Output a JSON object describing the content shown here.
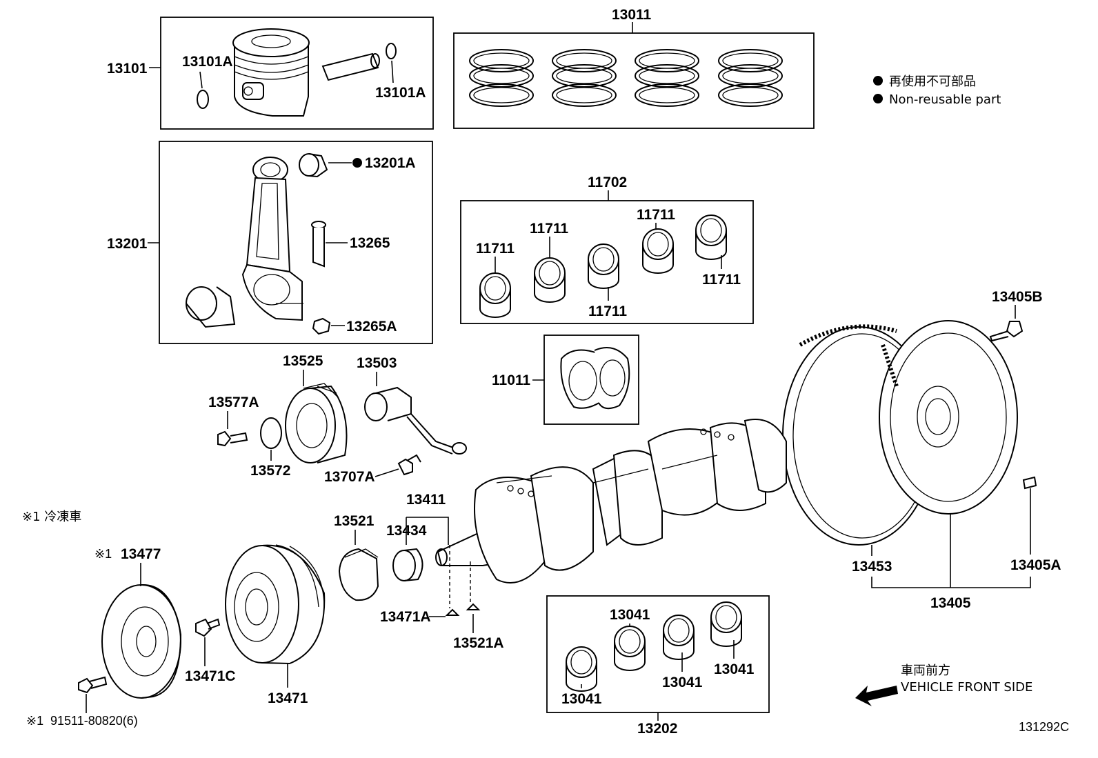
{
  "legend": {
    "jp": "再使用不可部品",
    "en": "Non-reusable part"
  },
  "notes": {
    "refrigerated": "※1  冷凍車",
    "mark": "※1"
  },
  "direction": {
    "jp": "車両前方",
    "en": "VEHICLE FRONT SIDE"
  },
  "figure_id": "131292C",
  "parts": {
    "p13101": "13101",
    "p13101A_l": "13101A",
    "p13101A_r": "13101A",
    "p13011": "13011",
    "p13201": "13201",
    "p13201A": "13201A",
    "p13265": "13265",
    "p13265A": "13265A",
    "p11702": "11702",
    "p11711_a": "11711",
    "p11711_b": "11711",
    "p11711_c": "11711",
    "p11711_d": "11711",
    "p11711_e": "11711",
    "p11011": "11011",
    "p13405B": "13405B",
    "p13525": "13525",
    "p13503": "13503",
    "p13577A": "13577A",
    "p13572": "13572",
    "p13707A": "13707A",
    "p13411": "13411",
    "p13434": "13434",
    "p13521": "13521",
    "p13477": "13477",
    "p13471A": "13471A",
    "p13521A": "13521A",
    "p13471C": "13471C",
    "p13471": "13471",
    "p91511": "91511-80820(6)",
    "p13041_a": "13041",
    "p13041_b": "13041",
    "p13041_c": "13041",
    "p13041_d": "13041",
    "p13202": "13202",
    "p13453": "13453",
    "p13405": "13405",
    "p13405A": "13405A"
  },
  "icons": {
    "bullet": "filled-circle",
    "arrow": "arrow-left"
  }
}
